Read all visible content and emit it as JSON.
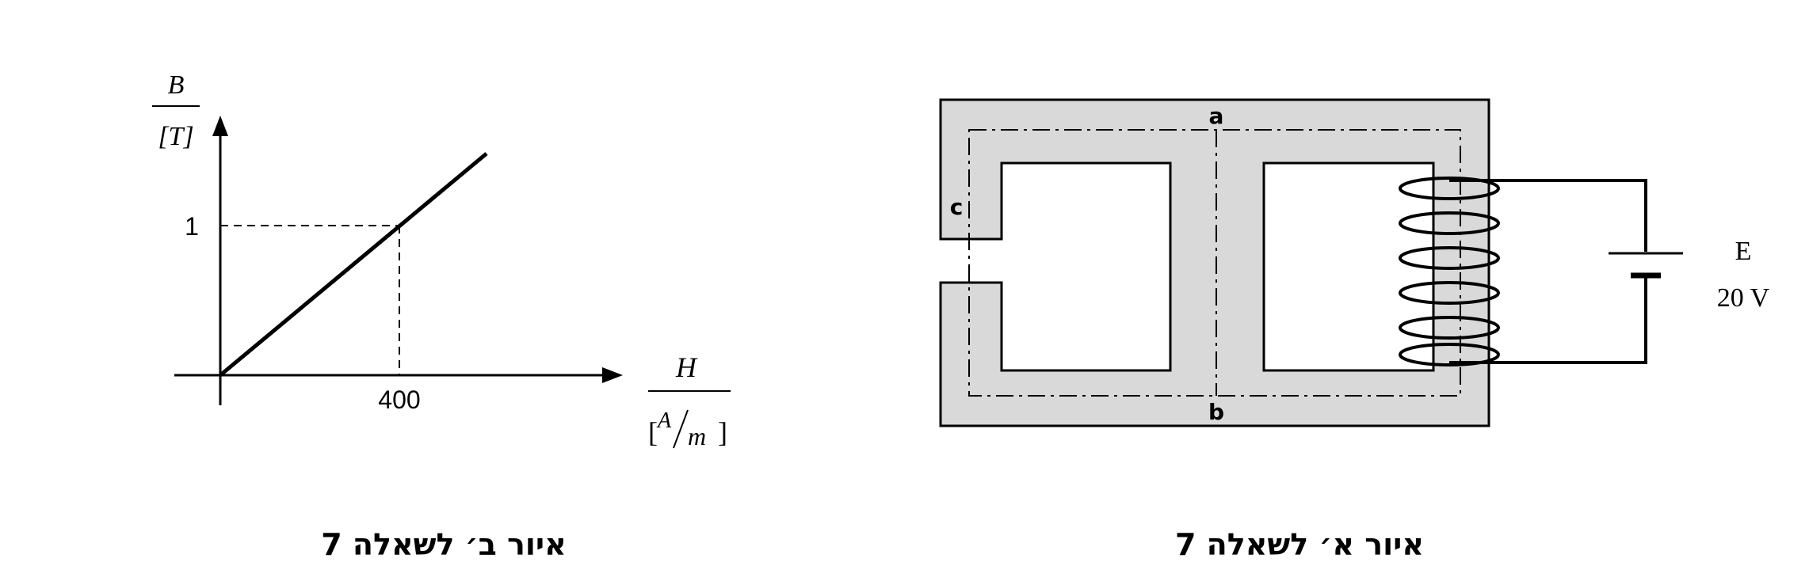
{
  "graph": {
    "y_label": "B",
    "y_unit": "[T]",
    "x_label": "H",
    "x_unit_open": "[",
    "x_unit_num": "A",
    "x_unit_den": "m",
    "x_unit_close": "]",
    "y_tick": "1",
    "x_tick": "400",
    "caption": "איור ב׳ לשאלה 7"
  },
  "circuit": {
    "label_a": "a",
    "label_b": "b",
    "label_c": "c",
    "source_name": "E",
    "source_value": "20 V",
    "caption": "איור א׳ לשאלה 7",
    "core_color": "#d9d9d9"
  },
  "chart_data": {
    "type": "line",
    "xlabel": "H [A/m]",
    "ylabel": "B [T]",
    "series": [
      {
        "x": [
          0,
          400,
          560
        ],
        "y": [
          0,
          1,
          1.4
        ]
      }
    ],
    "marked_point": {
      "x": 400,
      "y": 1
    }
  }
}
